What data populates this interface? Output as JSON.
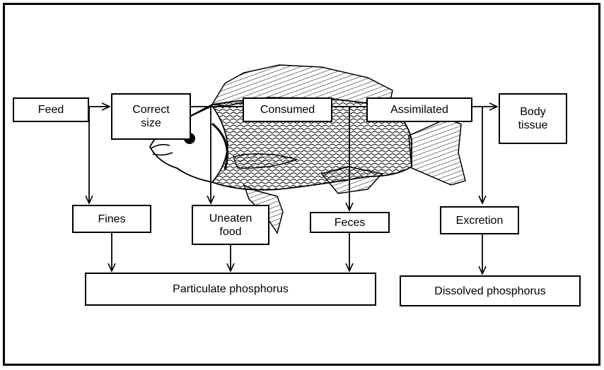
{
  "diagram": {
    "nodes": {
      "feed": "Feed",
      "correct_size": "Correct\nsize",
      "consumed": "Consumed",
      "assimilated": "Assimilated",
      "body_tissue": "Body\ntissue",
      "fines": "Fines",
      "uneaten_food": "Uneaten\nfood",
      "feces": "Feces",
      "excretion": "Excretion",
      "particulate_phosphorus": "Particulate phosphorus",
      "dissolved_phosphorus": "Dissolved phosphorus"
    },
    "illustration": "fish"
  }
}
